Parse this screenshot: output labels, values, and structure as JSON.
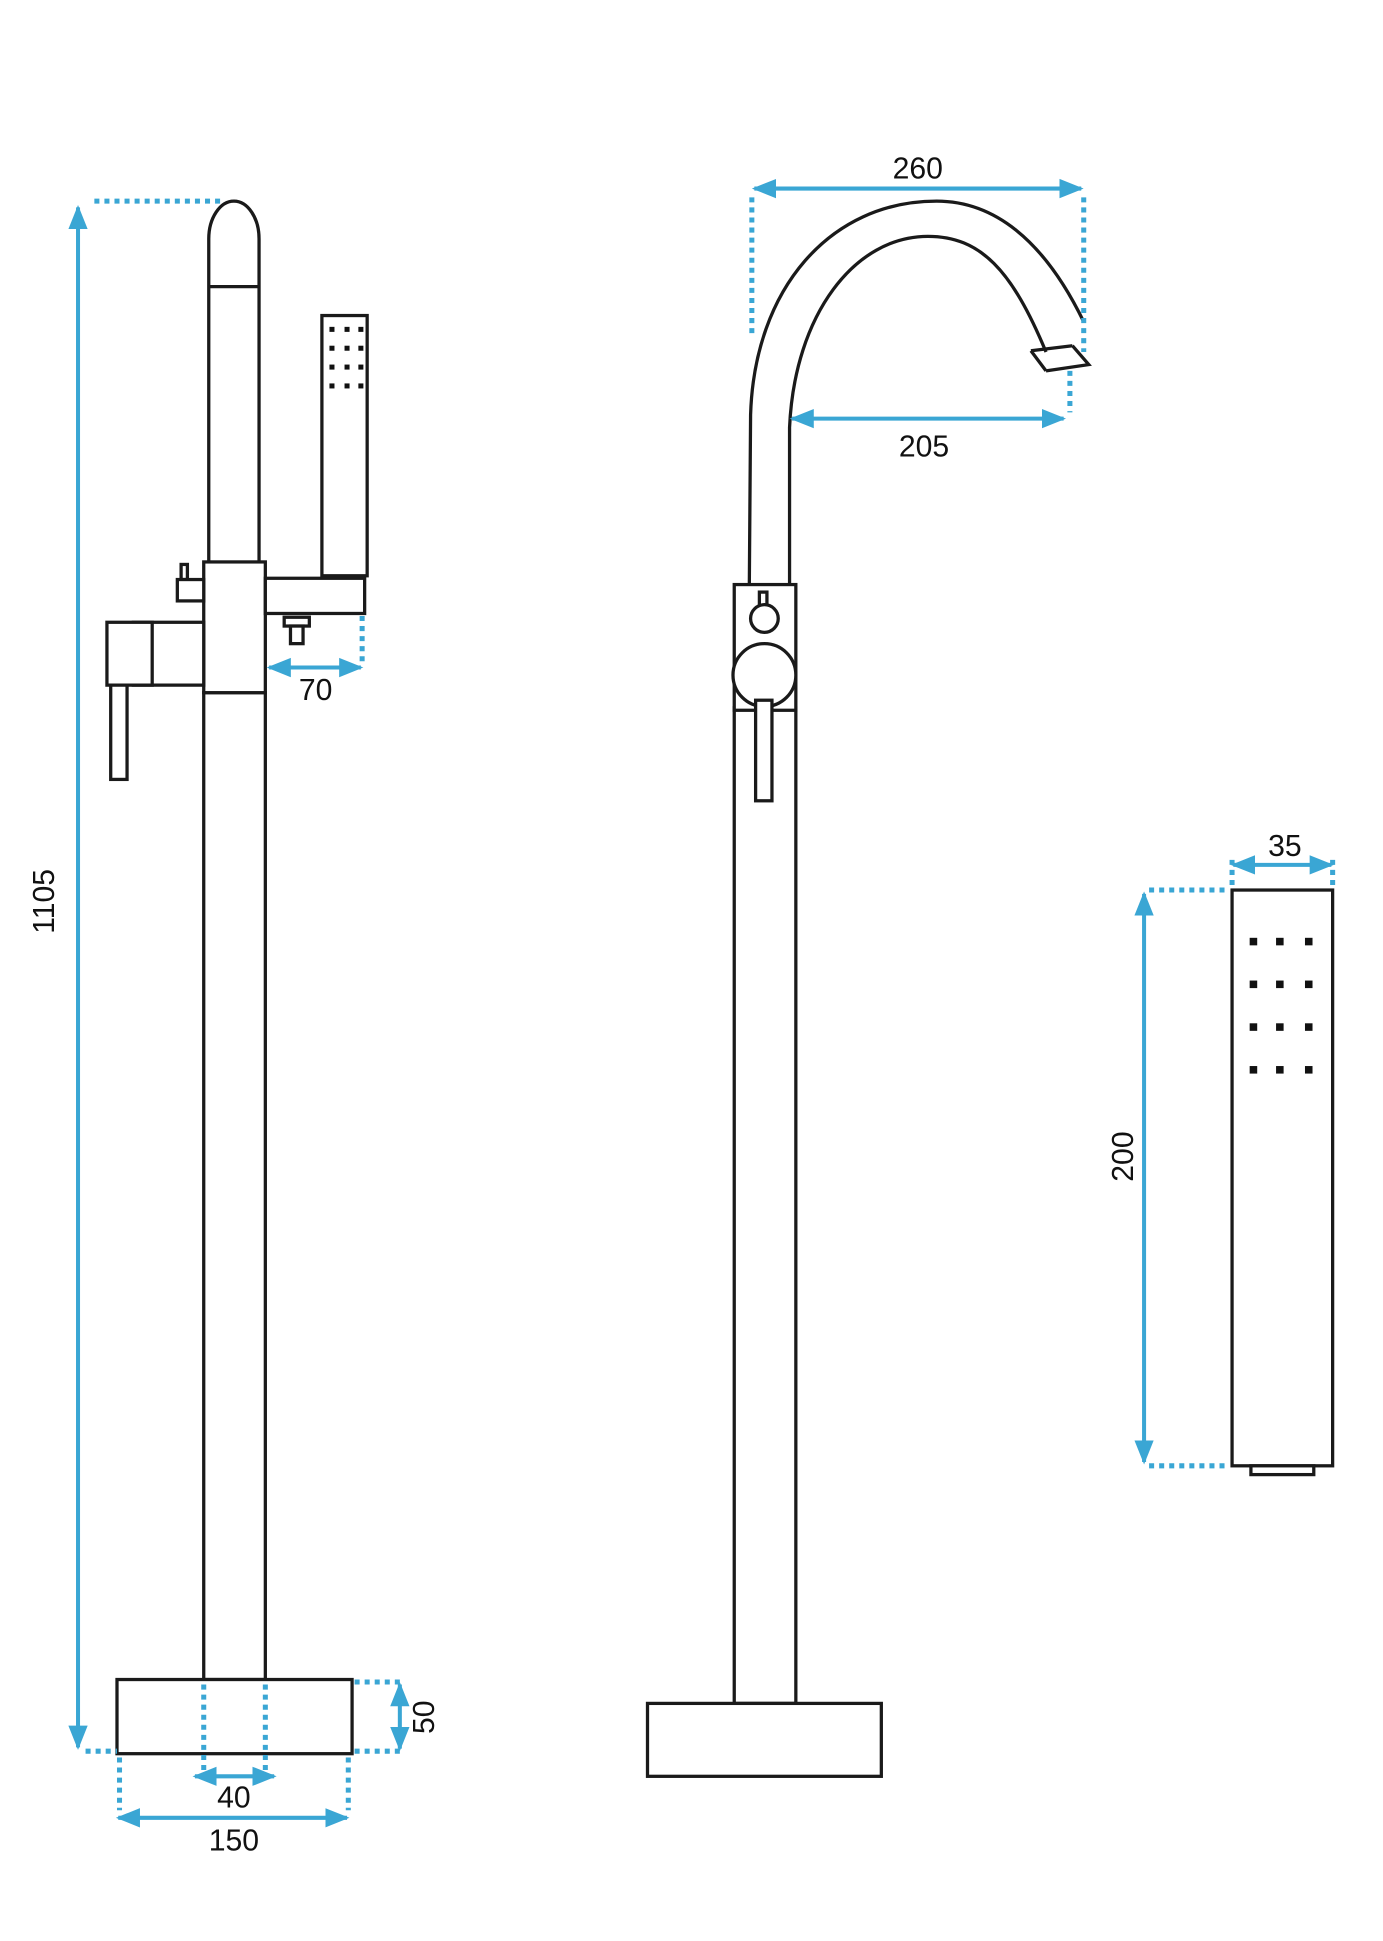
{
  "diagram": {
    "units": "mm",
    "colors": {
      "dimension": "#3aa6d4",
      "outline": "#1a1a1a"
    },
    "side_view": {
      "total_height": "1105",
      "hand_shower_offset": "70",
      "column_diameter": "40",
      "base_width": "150",
      "base_height": "50"
    },
    "front_view": {
      "spout_outer_reach": "260",
      "spout_inner_reach": "205"
    },
    "hand_shower": {
      "width": "35",
      "length": "200"
    }
  }
}
